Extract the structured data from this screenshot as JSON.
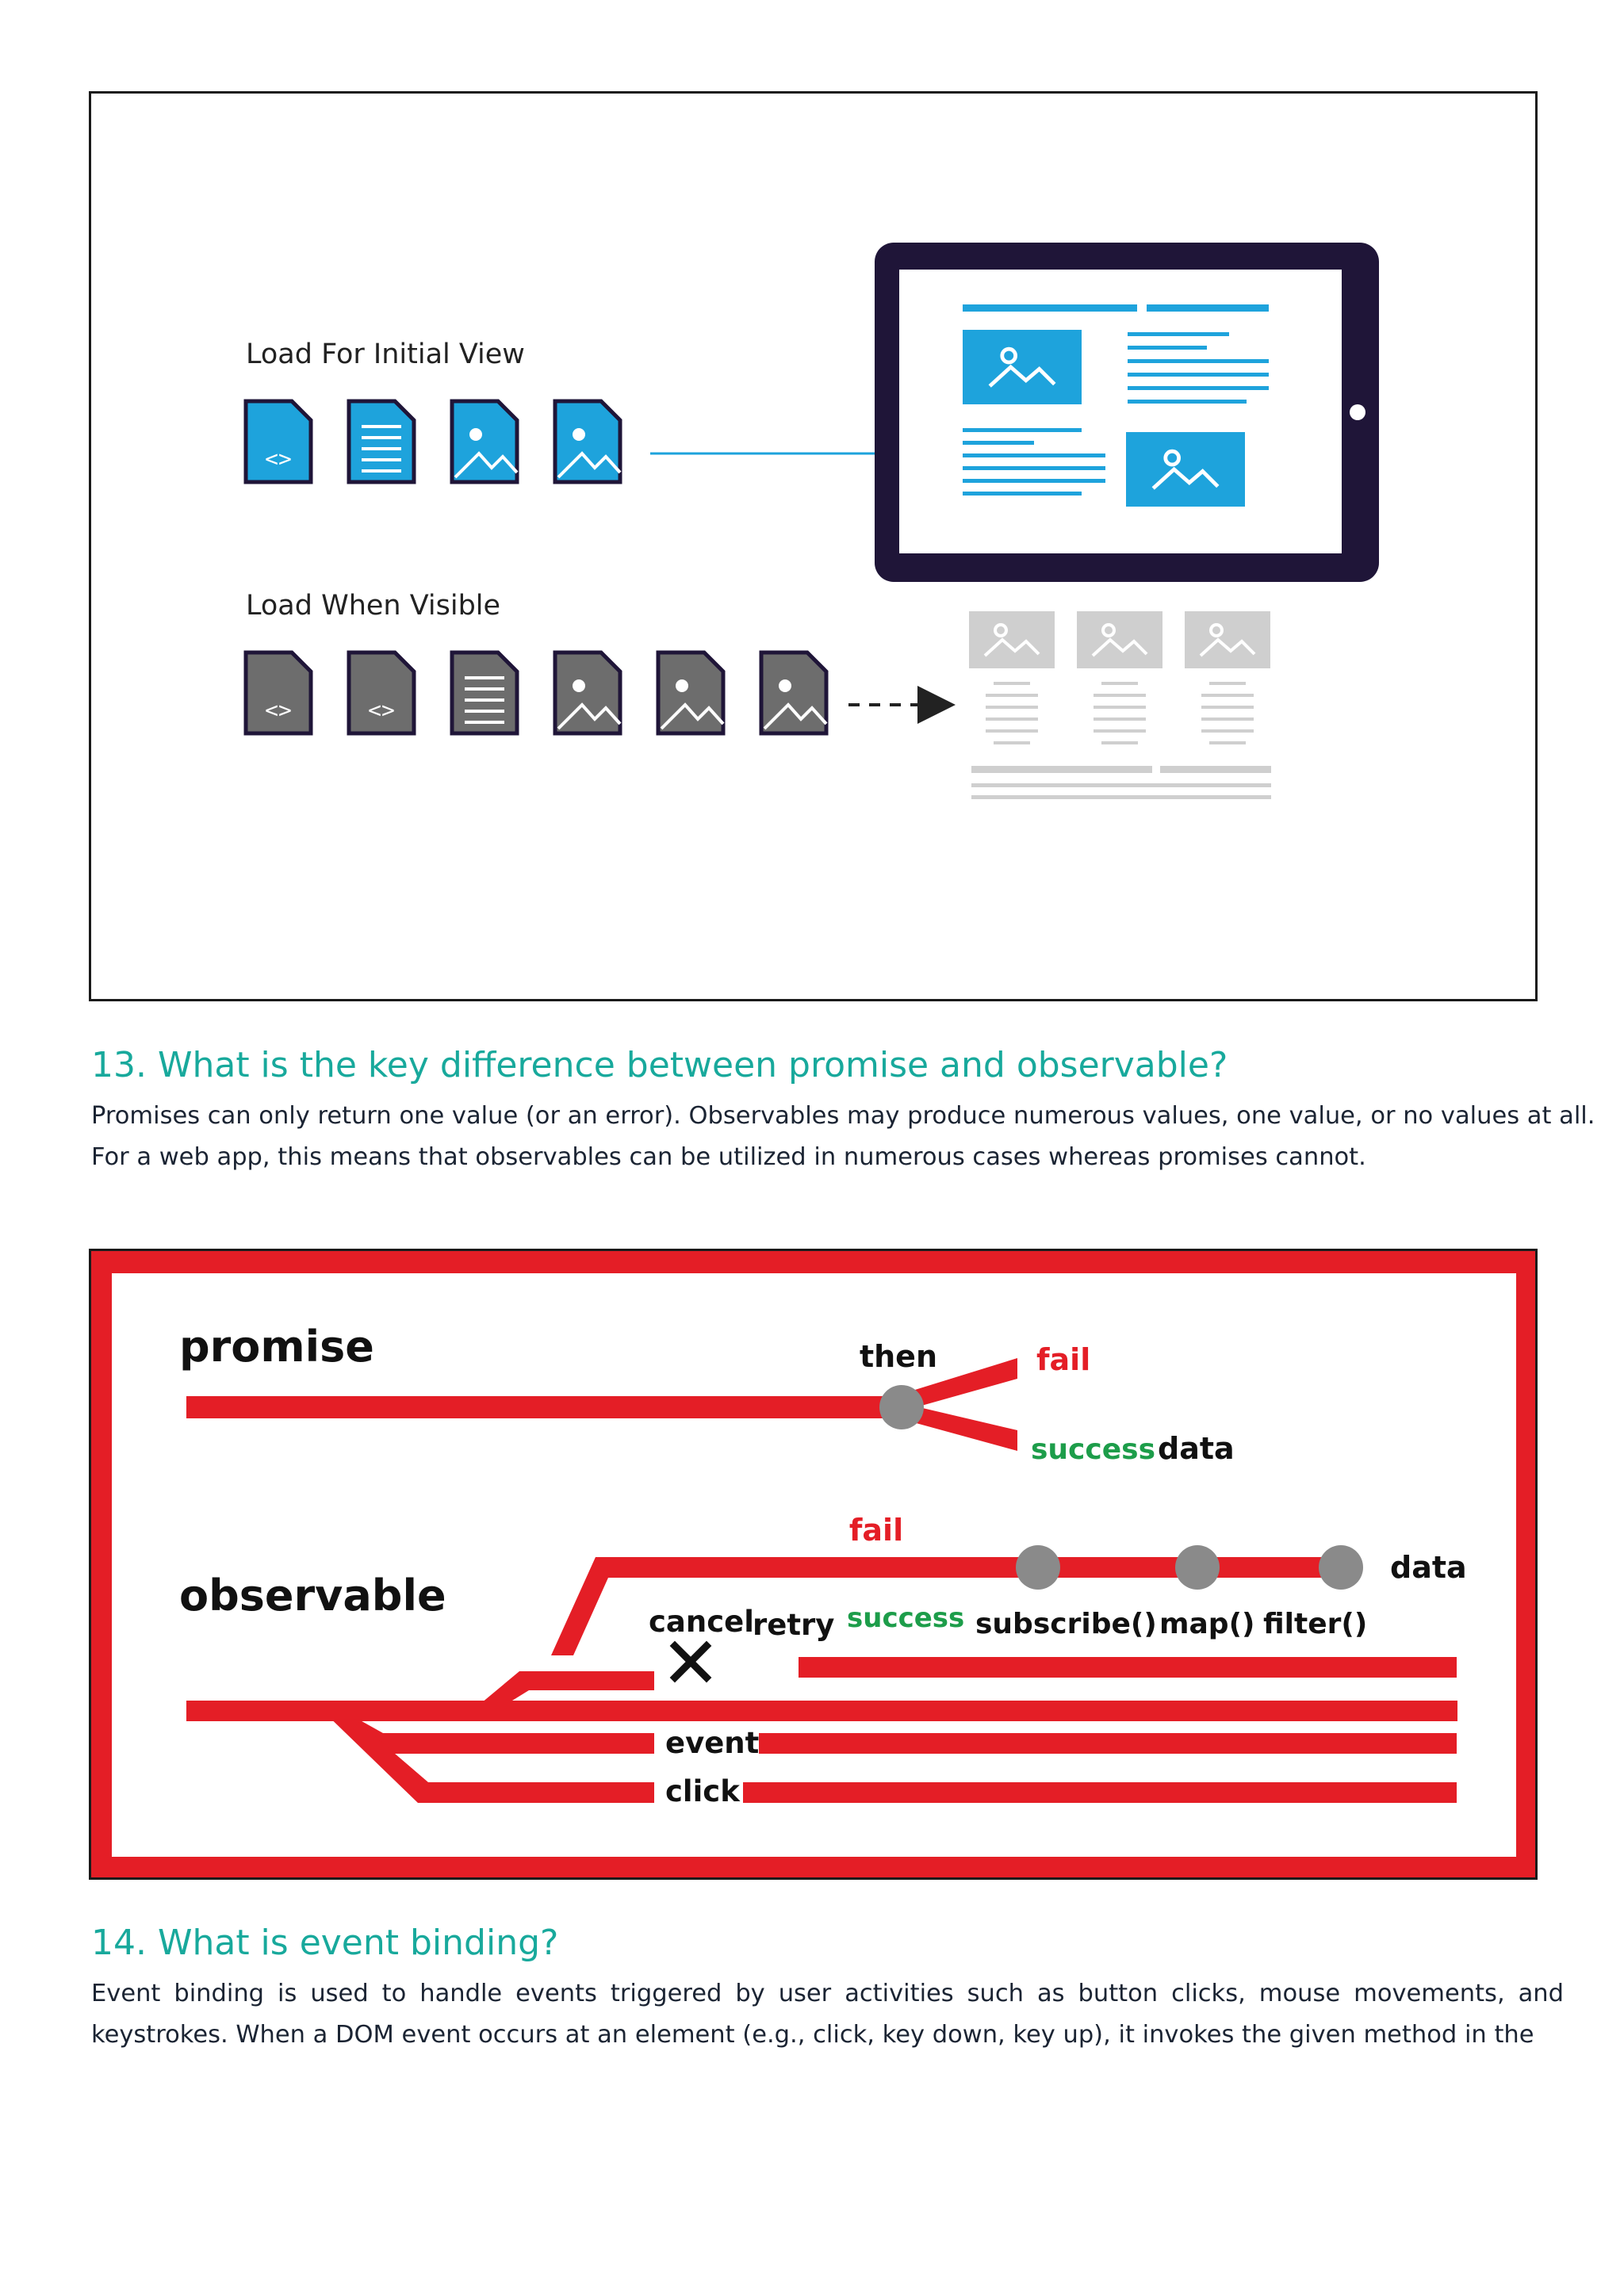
{
  "figure1": {
    "group1_label": "Load For Initial View",
    "group2_label": "Load When Visible",
    "colors": {
      "accent_blue": "#1ea3dc",
      "dark_navy": "#1f1538",
      "gray_file": "#6d6d6d",
      "placeholder_gray": "#cfcfcf"
    },
    "icons": {
      "initial_group": [
        "code-file-icon",
        "text-file-icon",
        "image-file-icon",
        "image-file-icon"
      ],
      "visible_group": [
        "code-file-icon",
        "code-file-icon",
        "text-file-icon",
        "image-file-icon",
        "image-file-icon",
        "image-file-icon"
      ]
    }
  },
  "section13": {
    "heading": "13. What is the key difference between promise and observable?",
    "lines": [
      "Promises can only return one value (or an error). Observables may produce numerous values, one value, or no values at all.",
      "For a web app, this means that observables can be utilized in numerous cases whereas promises cannot."
    ]
  },
  "figure2": {
    "promise_title": "promise",
    "observable_title": "observable",
    "then_label": "then",
    "fail_label": "fail",
    "success_label": "success",
    "data_label": "data",
    "obs_fail_label": "fail",
    "obs_success_label": "success",
    "obs_data_label": "data",
    "cancel_label": "cancel",
    "retry_label": "retry",
    "subscribe_label": "subscribe()",
    "map_label": "map()",
    "filter_label": "filter()",
    "event_label": "event",
    "click_label": "click",
    "colors": {
      "red": "#e41e26",
      "green": "#1d9d4a",
      "node_gray": "#8a8a8a"
    }
  },
  "section14": {
    "heading": "14. What is event binding?",
    "lines": [
      "Event binding is used to handle events triggered by user activities such as button clicks, mouse movements, and",
      "keystrokes. When a DOM event occurs at an element (e.g., click, key down, key up), it invokes the given method in the"
    ]
  }
}
